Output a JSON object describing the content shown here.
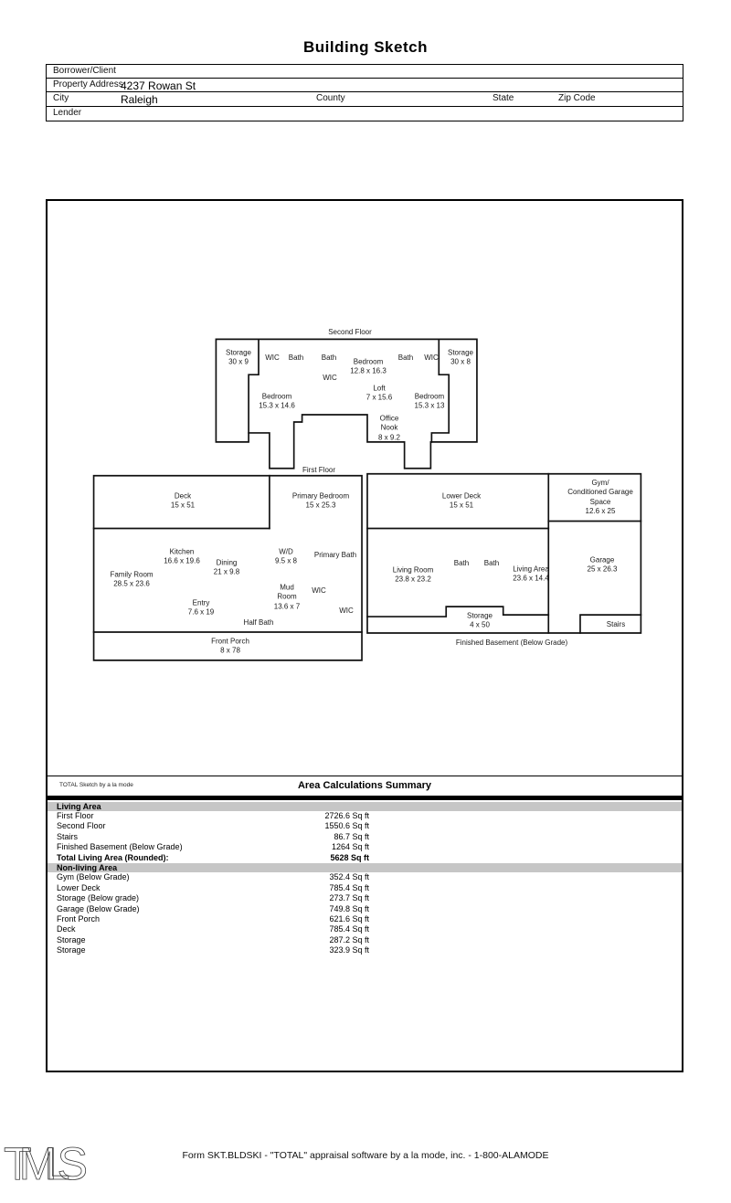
{
  "document": {
    "title": "Building Sketch"
  },
  "header_fields": {
    "borrower_label": "Borrower/Client",
    "property_label": "Property Address",
    "property_value": "4237 Rowan St",
    "city_label": "City",
    "city_value": "Raleigh",
    "county_label": "County",
    "state_label": "State",
    "zip_label": "Zip Code",
    "lender_label": "Lender"
  },
  "sketch": {
    "second_floor": {
      "title": "Second Floor",
      "labels": [
        "Storage\n30 x 9",
        "WIC",
        "Bath",
        "Bath",
        "Bedroom\n12.8 x 16.3",
        "WIC",
        "Bath",
        "WIC",
        "Storage\n30 x 8",
        "Bedroom\n15.3 x 14.6",
        "Loft\n7 x 15.6",
        "Bedroom\n15.3 x 13",
        "Office\nNook\n8 x 9.2"
      ]
    },
    "first_floor": {
      "title": "First Floor",
      "labels": [
        "Deck\n15 x 51",
        "Primary Bedroom\n15 x 25.3",
        "Kitchen\n16.6 x 19.6",
        "Dining\n21 x 9.8",
        "W/D\n9.5 x 8",
        "Primary Bath",
        "Family Room\n28.5 x 23.6",
        "Mud\nRoom\n13.6 x 7",
        "WIC",
        "WIC",
        "Entry\n7.6 x 19",
        "Half Bath",
        "Front Porch\n8 x 78"
      ]
    },
    "basement": {
      "title": "Finished Basement (Below Grade)",
      "labels": [
        "Lower Deck\n15 x 51",
        "Gym/\nConditioned Garage Space\n12.6 x 25",
        "Living Room\n23.8 x 23.2",
        "Bath",
        "Bath",
        "Living Area\n23.6 x 14.4",
        "Garage\n25 x 26.3",
        "Storage\n4 x 50",
        "Stairs"
      ]
    }
  },
  "summary": {
    "credit": "TOTAL Sketch by a la mode",
    "title": "Area Calculations Summary",
    "living_header": "Living Area",
    "nonliving_header": "Non-living Area",
    "living_rows": [
      {
        "label": "First Floor",
        "value": "2726.6 Sq ft"
      },
      {
        "label": "Second Floor",
        "value": "1550.6 Sq ft"
      },
      {
        "label": "Stairs",
        "value": "86.7 Sq ft"
      },
      {
        "label": "Finished Basement (Below Grade)",
        "value": "1264 Sq ft"
      }
    ],
    "total_row": {
      "label": "Total Living Area (Rounded):",
      "value": "5628 Sq ft"
    },
    "nonliving_rows": [
      {
        "label": "Gym (Below Grade)",
        "value": "352.4 Sq ft"
      },
      {
        "label": "Lower Deck",
        "value": "785.4 Sq ft"
      },
      {
        "label": "Storage (Below grade)",
        "value": "273.7 Sq ft"
      },
      {
        "label": "Garage (Below Grade)",
        "value": "749.8 Sq ft"
      },
      {
        "label": "Front Porch",
        "value": "621.6 Sq ft"
      },
      {
        "label": "Deck",
        "value": "785.4 Sq ft"
      },
      {
        "label": "Storage",
        "value": "287.2 Sq ft"
      },
      {
        "label": "Storage",
        "value": "323.9 Sq ft"
      }
    ]
  },
  "footer": {
    "form_text": "Form SKT.BLDSKI - \"TOTAL\" appraisal software by a la mode, inc. - 1-800-ALAMODE",
    "logo_text": "TMLS"
  }
}
